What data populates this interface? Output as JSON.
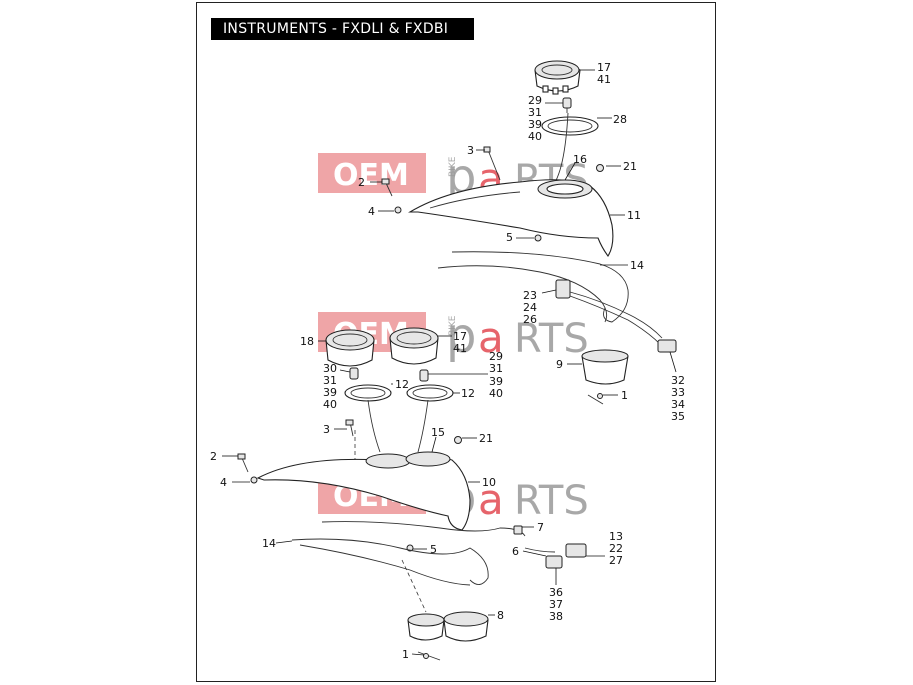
{
  "title": "INSTRUMENTS - FXDLI & FXDBI",
  "watermark": {
    "box_text": "OEM",
    "side_text": "BIKE",
    "tail_a": "p",
    "tail_b": "a",
    "tail_c": "RTS"
  },
  "labels": {
    "l17a": "17",
    "l41a": "41",
    "l29a": "29",
    "l31a": "31",
    "l39a": "39",
    "l40a": "40",
    "l28": "28",
    "l3a": "3",
    "l16": "16",
    "l21a": "21",
    "l2a": "2",
    "l4a": "4",
    "l11": "11",
    "l5a": "5",
    "l14a": "14",
    "l23": "23",
    "l24": "24",
    "l26": "26",
    "l18": "18",
    "l17b": "17",
    "l41b": "41",
    "l29b": "29",
    "l31b": "31",
    "l39b": "39",
    "l40b": "40",
    "l30": "30",
    "l31c": "31",
    "l39c": "39",
    "l40c": "40",
    "l12a": "12",
    "l12b": "12",
    "l9": "9",
    "l1a": "1",
    "l32": "32",
    "l33": "33",
    "l34": "34",
    "l35": "35",
    "l3b": "3",
    "l15": "15",
    "l21b": "21",
    "l2b": "2",
    "l4b": "4",
    "l10": "10",
    "l7": "7",
    "l14b": "14",
    "l5b": "5",
    "l6": "6",
    "l13": "13",
    "l22": "22",
    "l27": "27",
    "l36": "36",
    "l37": "37",
    "l38": "38",
    "l8": "8",
    "l1b": "1"
  }
}
